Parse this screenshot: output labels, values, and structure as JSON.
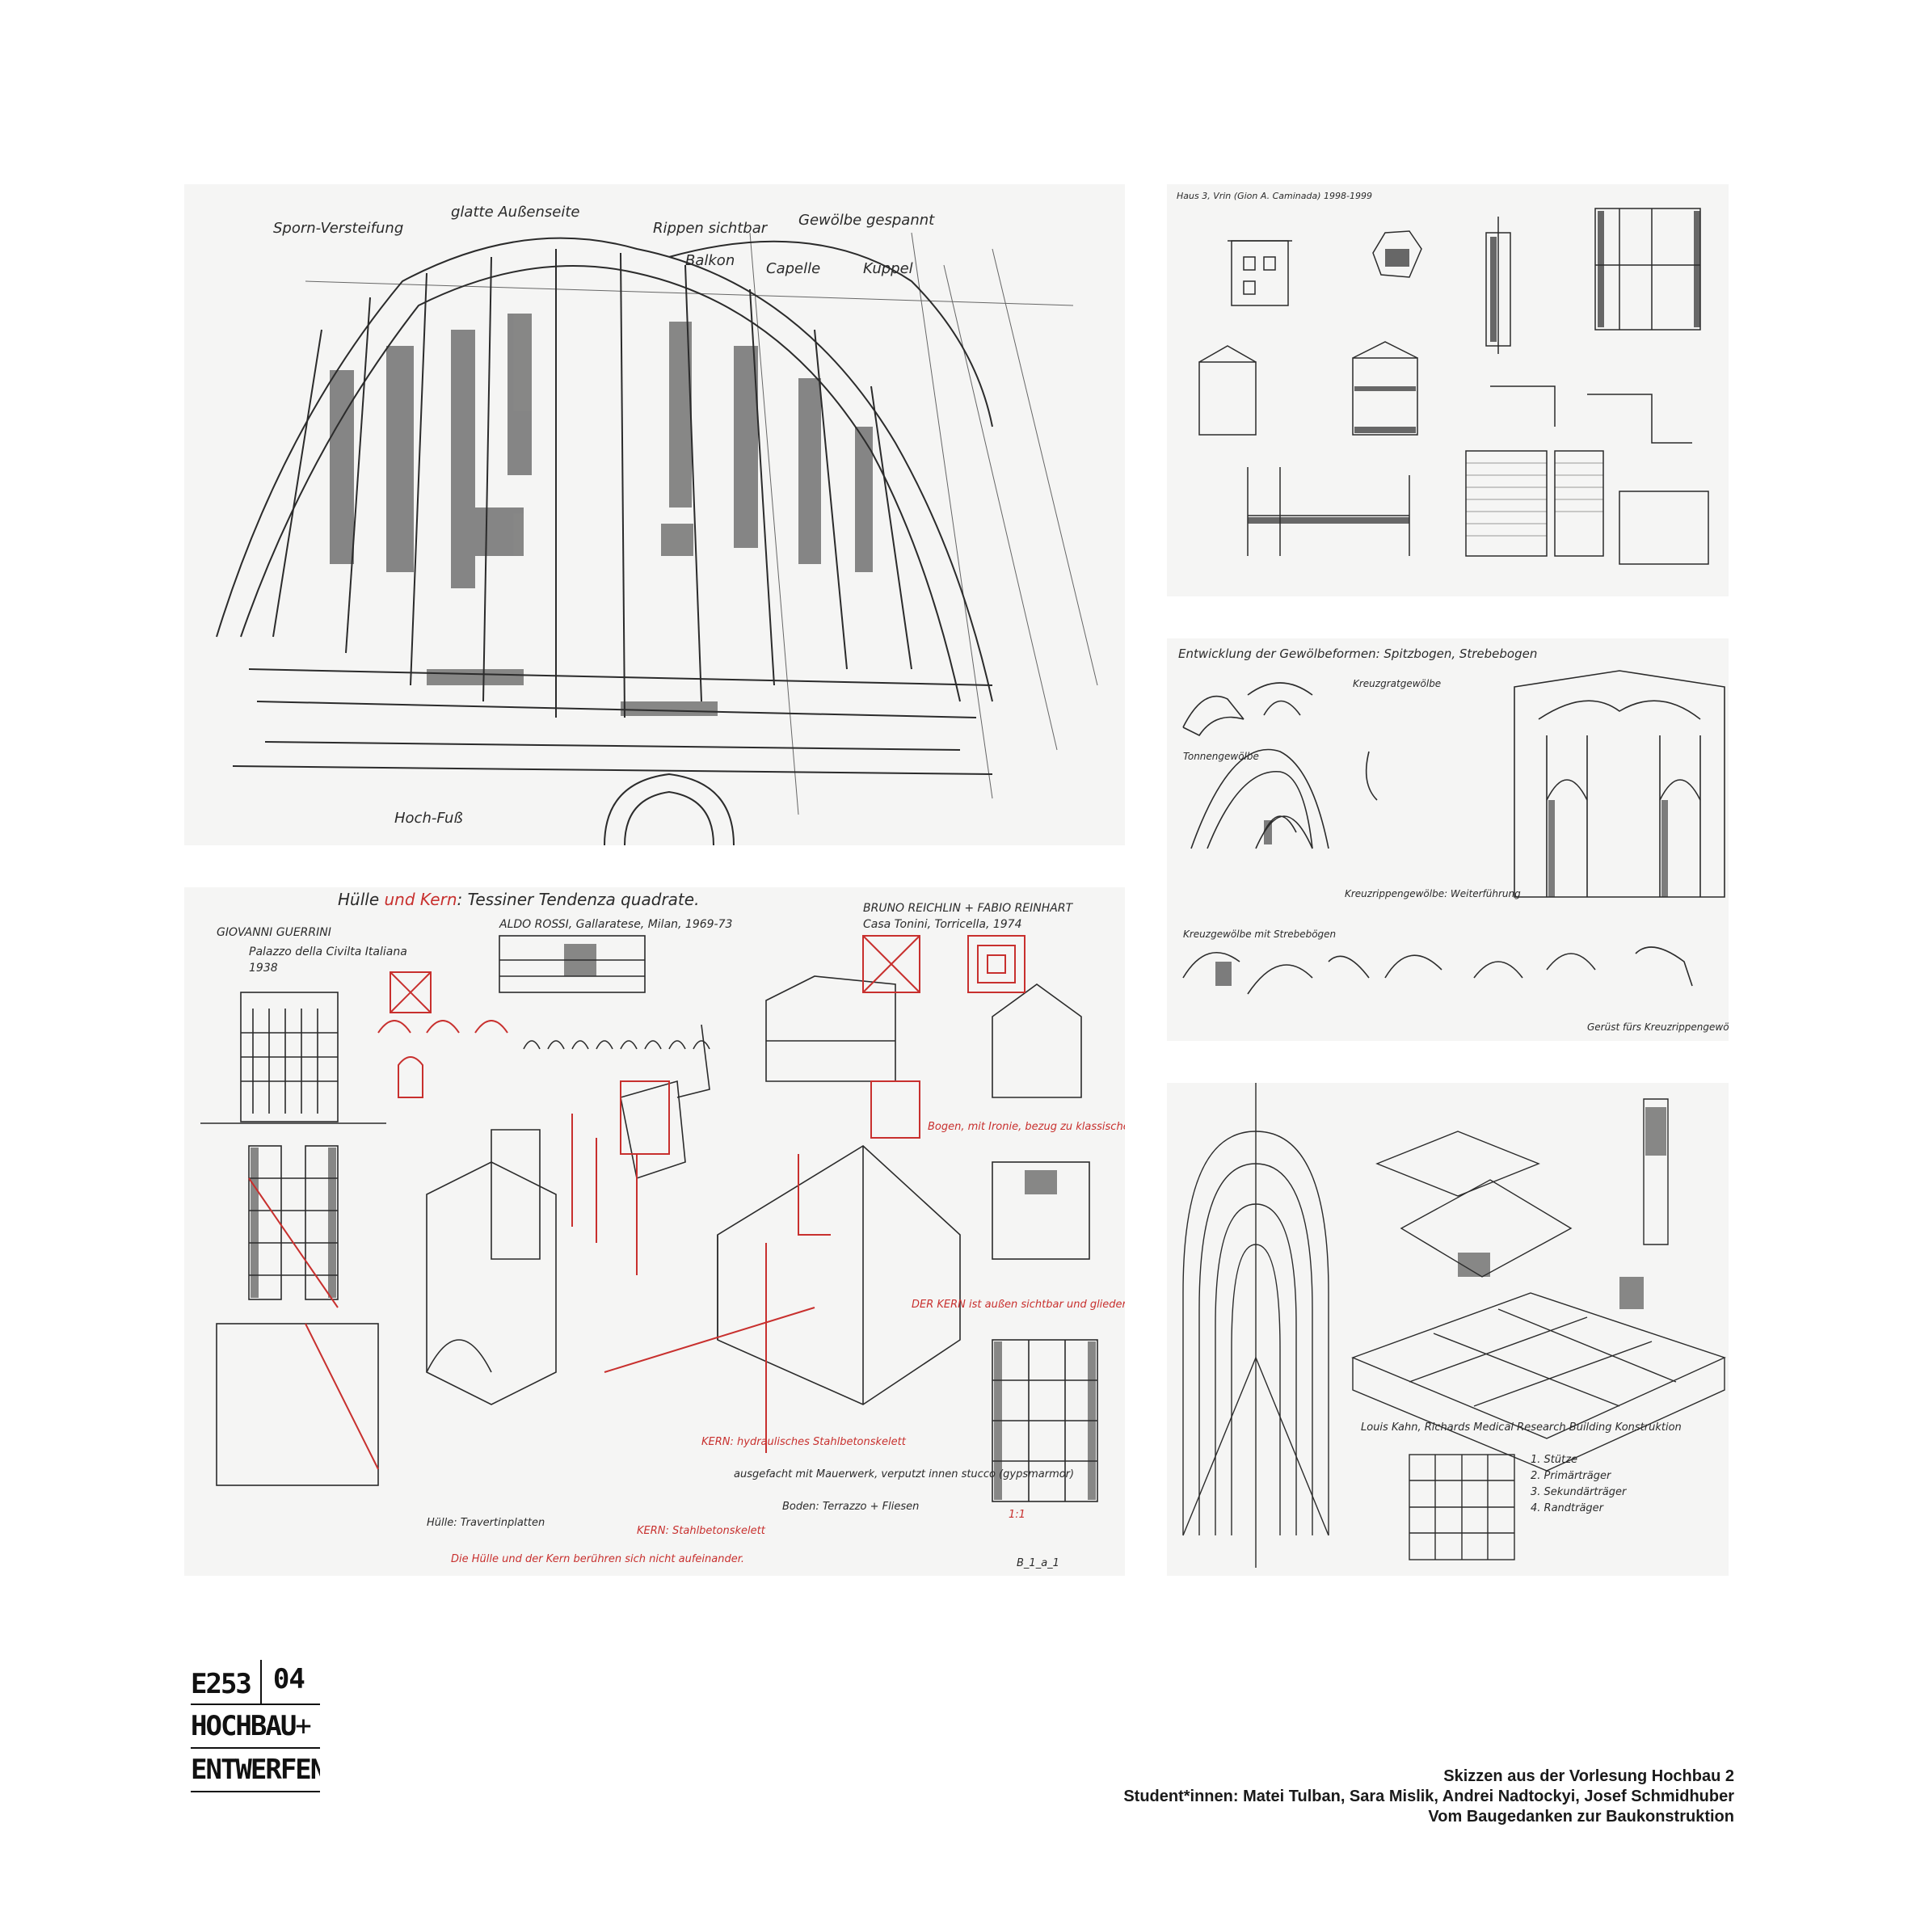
{
  "panels": {
    "dome": {
      "notes": [
        "Sporn-Versteifung",
        "glatte Außenseite",
        "Rippen sichtbar",
        "Gewölbe gespannt",
        "Balkon",
        "Capelle",
        "Kuppel",
        "Hoch-Fuß"
      ]
    },
    "house": {
      "header": "Haus 3, Vrin (Gion A. Caminada) 1998-1999"
    },
    "vaults": {
      "title": "Entwicklung der Gewölbeformen: Spitzbogen, Strebebogen",
      "notes": [
        "Tonnengewölbe",
        "Kreuzgratgewölbe",
        "Kreuzrippengewölbe: Weiterführung",
        "Kreuzgewölbe mit Strebebögen",
        "Gerüst fürs Kreuzrippengewölbe"
      ]
    },
    "kern": {
      "title_prefix": "Hülle",
      "title_mid": " und ",
      "title_kern": "Kern",
      "title_suffix": ": Tessiner Tendenza quadrate.",
      "ref1_author": "GIOVANNI GUERRINI",
      "ref1_title": "Palazzo della Civilta Italiana",
      "ref1_year": "1938",
      "ref2": "ALDO ROSSI, Gallaratese, Milan, 1969-73",
      "ref3_author": "BRUNO REICHLIN + FABIO REINHART",
      "ref3_title": "Casa Tonini, Torricella, 1974",
      "scale_label": "1:1",
      "red_notes": [
        "Bogen, mit Ironie, bezug zu klassischen Form-elementen → Zitate",
        "DER KERN ist außen sichtbar und gliedert die Fassade",
        "KERN: hydraulisches Stahlbetonskelett",
        "KERN: Stahlbetonskelett",
        "Die Hülle und der Kern berühren sich nicht aufeinander."
      ],
      "black_notes": [
        "Hülle: Travertinplatten",
        "ausgefacht mit Mauerwerk, verputzt innen stucco (gypsmarmor)",
        "Boden: Terrazzo + Fliesen"
      ],
      "sheet_id": "B_1_a_1"
    },
    "kahn": {
      "notes": [
        "Louis Kahn, Richards Medical Research Building Konstruktion"
      ],
      "legend": [
        "1. Stütze",
        "2. Primärträger",
        "3. Sekundärträger",
        "4. Randträger"
      ]
    }
  },
  "logo": {
    "code": "E253",
    "number": "04",
    "line1": "HOCHBAU",
    "plus": "+",
    "line2": "ENTWERFEN"
  },
  "caption": {
    "line1": "Skizzen aus der Vorlesung Hochbau 2",
    "line2": "Student*innen: Matei Tulban,  Sara Mislik, Andrei Nadtockyi, Josef Schmidhuber",
    "line3": "Vom Baugedanken zur Baukonstruktion"
  },
  "colors": {
    "ink": "#2b2b2b",
    "red_pen": "#c8302e",
    "paper": "#f5f5f4"
  }
}
